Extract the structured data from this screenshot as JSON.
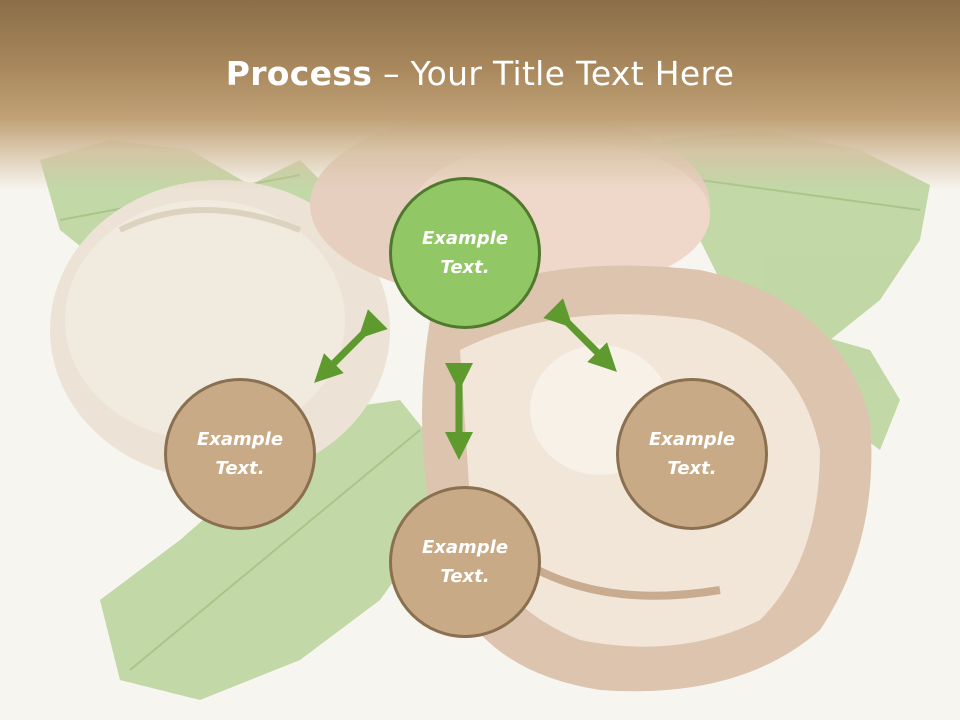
{
  "title": {
    "bold": "Process",
    "separator": " – ",
    "rest": "Your Title Text Here"
  },
  "nodes": {
    "center": "Example\nText.",
    "left": "Example\nText.",
    "right": "Example\nText.",
    "bottom": "Example\nText."
  },
  "colors": {
    "header": "#a8875c",
    "center_fill": "#92c766",
    "center_border": "#4f7a2d",
    "node_fill": "#c8ab86",
    "node_border": "#8a7050",
    "arrow": "#5e9a2e"
  }
}
